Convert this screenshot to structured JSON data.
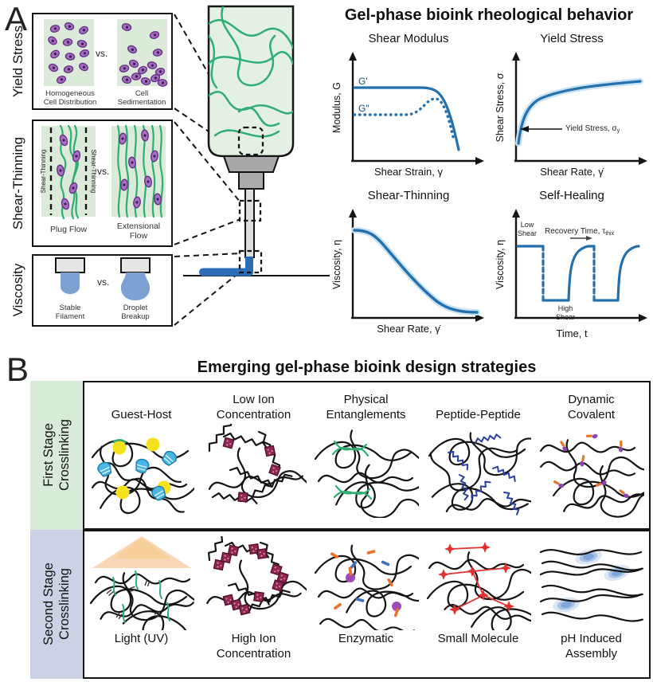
{
  "panel_a": {
    "label": "A",
    "plots_title": "Gel-phase bioink rheological behavior",
    "yield_panel": {
      "side_label": "Yield Stress",
      "vs": "vs.",
      "left_caption": "Homogeneous\nCell Distribution",
      "right_caption": "Cell\nSedimentation"
    },
    "shear_panel": {
      "side_label": "Shear-Thinning",
      "vs": "vs.",
      "band_label": "Shear-Thinning",
      "left_caption": "Plug Flow",
      "right_caption": "Extensional\nFlow"
    },
    "viscosity_panel": {
      "side_label": "Viscosity",
      "vs": "vs.",
      "left_caption": "Stable\nFilament",
      "right_caption": "Droplet\nBreakup"
    },
    "plots": {
      "shear_modulus": {
        "title": "Shear Modulus",
        "ylabel": "Modulus, G",
        "xlabel": "Shear Strain, γ",
        "g_prime": "G'",
        "g_double_prime": "G\""
      },
      "yield_stress": {
        "title": "Yield Stress",
        "ylabel": "Shear Stress, σ",
        "xlabel": "Shear Rate, γ̇",
        "annotation": "Yield Stress, σ",
        "annotation_sub": "y"
      },
      "shear_thinning": {
        "title": "Shear-Thinning",
        "ylabel": "Viscosity, η",
        "xlabel": "Shear Rate, γ̇"
      },
      "self_healing": {
        "title": "Self-Healing",
        "ylabel": "Viscosity, η",
        "xlabel": "Time, t",
        "low_shear": "Low\nShear",
        "high_shear": "High\nShear",
        "annotation": "Recovery Time, τ",
        "annotation_sub": "thix"
      }
    }
  },
  "panel_b": {
    "label": "B",
    "title": "Emerging gel-phase bioink design strategies",
    "row1": {
      "side_label": "First Stage\nCrosslinking",
      "columns": [
        "Guest-Host",
        "Low Ion\nConcentration",
        "Physical\nEntanglements",
        "Peptide-Peptide",
        "Dynamic\nCovalent"
      ]
    },
    "row2": {
      "side_label": "Second Stage\nCrosslinking",
      "columns": [
        "Light (UV)",
        "High Ion\nConcentration",
        "Enzymatic",
        "Small Molecule",
        "pH Induced\nAssembly"
      ]
    }
  },
  "colors": {
    "curve_blue": "#2470ad",
    "ink_blue": "#2a6db5",
    "polymer_green": "#2fae74",
    "panel_green_bg": "#dcead9",
    "row1_bg": "#d8ead8",
    "row2_bg": "#ccd2e6",
    "cell_purple": "#a96fc2",
    "maroon": "#8f2750",
    "guest_yellow": "#f6e21c",
    "host_cyan": "#49b7e6",
    "peptide_blue": "#2b3f9e",
    "orange": "#e8742a",
    "red": "#e03131",
    "uv_orange": "#f0a050",
    "assembly_blue": "#6f9bd8"
  }
}
